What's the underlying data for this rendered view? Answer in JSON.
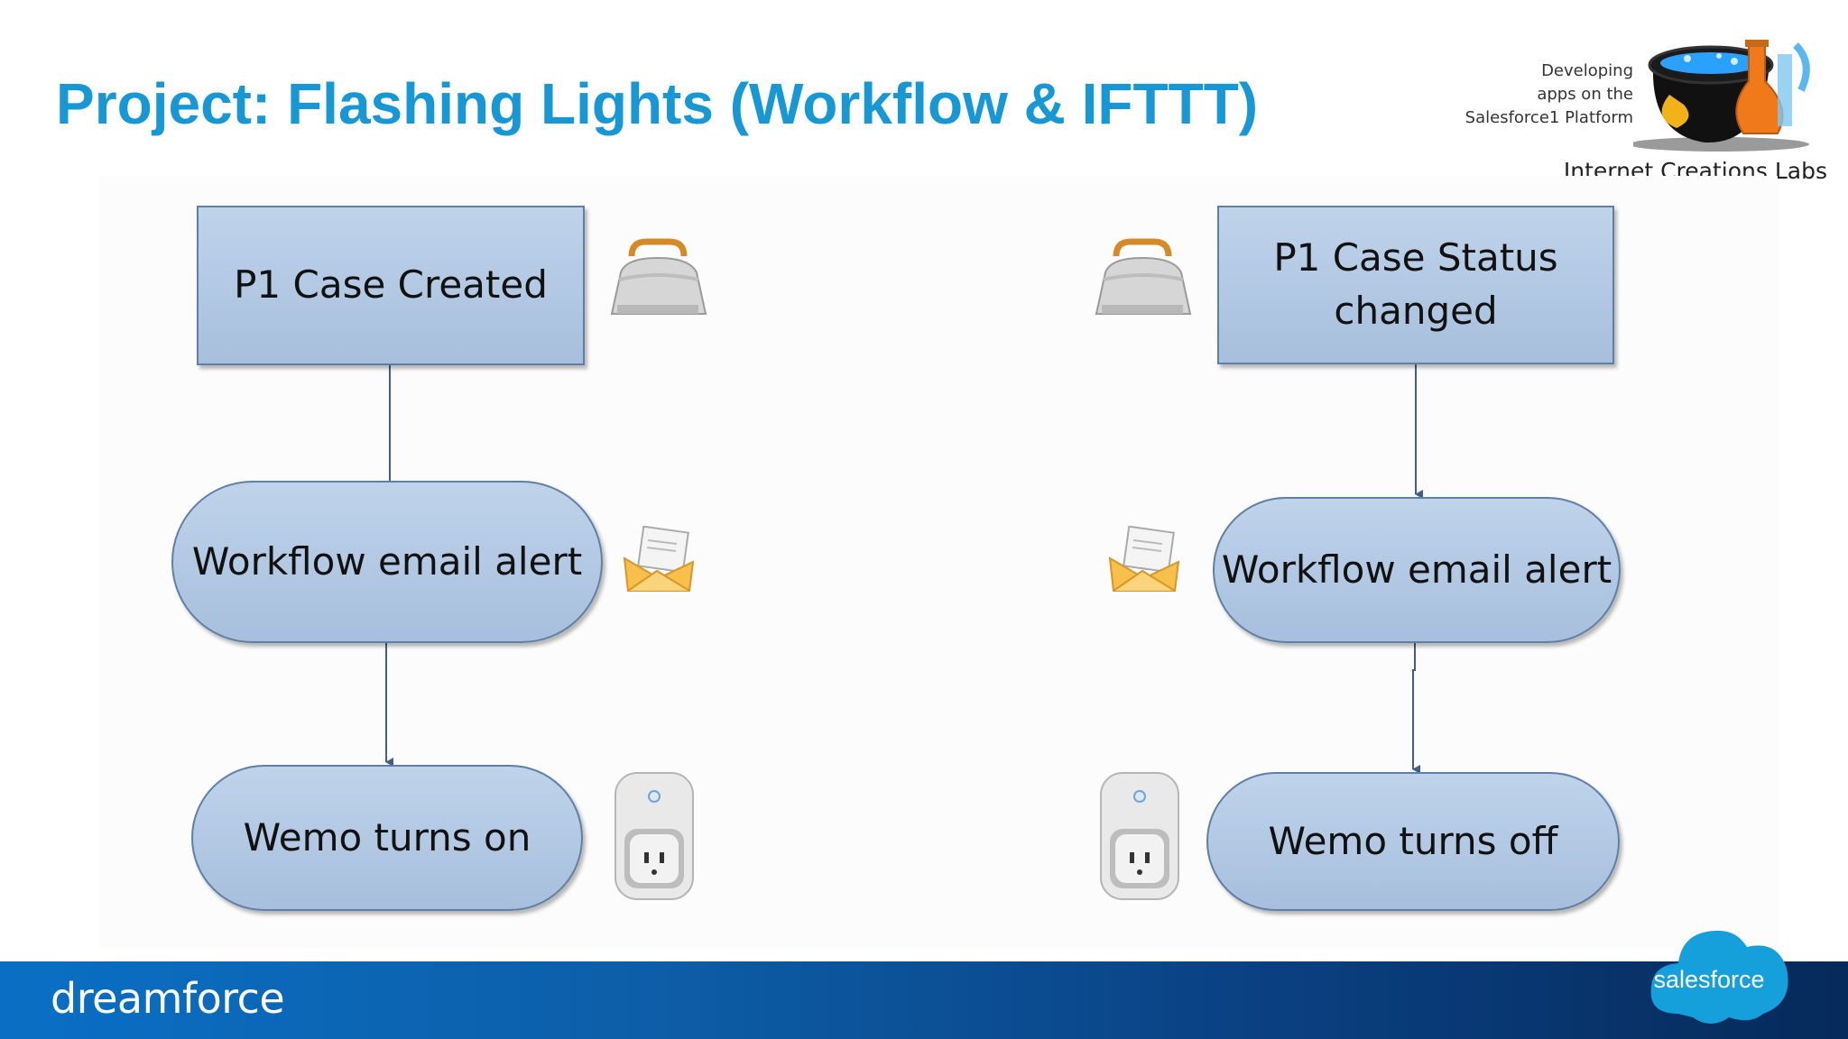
{
  "slide": {
    "title": "Project: Flashing Lights (Workflow & IFTTT)"
  },
  "logo": {
    "tagline_lines": [
      "Developing",
      "apps on the",
      "Salesforce1 Platform"
    ],
    "lab_name": "Internet Creations Labs"
  },
  "diagram": {
    "left_flow": {
      "trigger": "P1 Case Created",
      "alert": "Workflow email alert",
      "action": "Wemo turns on"
    },
    "right_flow": {
      "trigger": "P1 Case Status changed",
      "alert": "Workflow email alert",
      "action": "Wemo turns off"
    }
  },
  "footer": {
    "event_brand": "dreamforce",
    "company_brand": "salesforce"
  },
  "colors": {
    "title": "#1798d4",
    "node_fill": "#b4c9e4",
    "node_border": "#5f7fa6",
    "footer": "#0b5ea8"
  },
  "icons": [
    "toolbox-icon",
    "envelope-icon",
    "smart-plug-icon",
    "cauldron-logo-icon",
    "salesforce-cloud-icon"
  ]
}
